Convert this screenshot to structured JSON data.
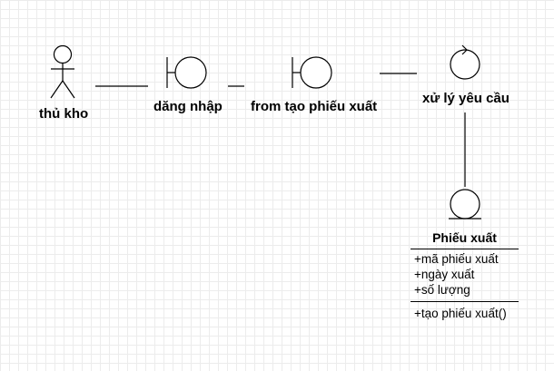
{
  "nodes": {
    "actor": {
      "label": "thủ  kho"
    },
    "login": {
      "label": "dăng nhập"
    },
    "form": {
      "label": "from tạo phiếu xuất"
    },
    "control": {
      "label": "xử lý yêu cầu"
    },
    "entity": {
      "name": "Phiếu xuất",
      "attributes": [
        "+mã phiếu xuất",
        "+ngày xuất",
        "+số lượng"
      ],
      "operations": [
        "+tạo phiếu xuất()"
      ]
    }
  }
}
